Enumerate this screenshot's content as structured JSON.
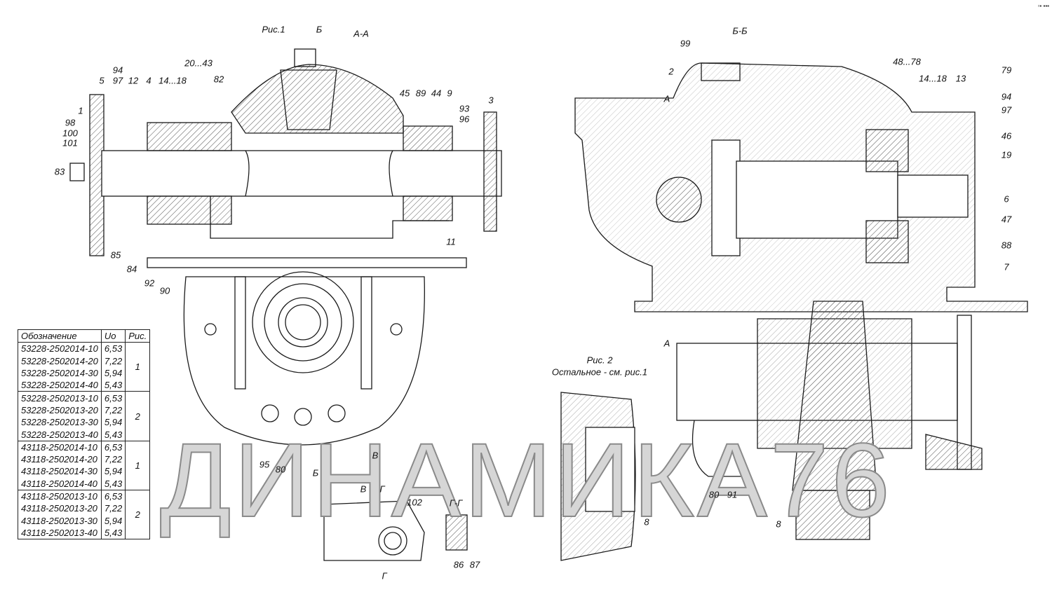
{
  "figure_1": {
    "title": "Рис.1",
    "section_title": "А-А",
    "section_mark": "Б",
    "labels": [
      "94",
      "97",
      "12",
      "4",
      "14...18",
      "20...43",
      "82",
      "5",
      "1",
      "98",
      "100",
      "101",
      "83",
      "45",
      "89",
      "44",
      "9",
      "3",
      "93",
      "96",
      "11",
      "85",
      "84",
      "92",
      "90",
      "95",
      "80",
      "Б",
      "В",
      "В",
      "Г",
      "102",
      "Г-Г",
      "Г",
      "86",
      "87"
    ]
  },
  "figure_2": {
    "title": "Рис. 2",
    "note": "Остальное - см. рис.1",
    "section_title": "Б-Б",
    "labels": [
      "99",
      "2",
      "А",
      "А",
      "48...78",
      "79",
      "14...18",
      "13",
      "94",
      "97",
      "46",
      "19",
      "6",
      "47",
      "88",
      "7",
      "8",
      "80",
      "91",
      "8"
    ]
  },
  "table": {
    "headers": [
      "Обозначение",
      "Uo",
      "Рис."
    ],
    "groups": [
      {
        "fig": "1",
        "rows": [
          [
            "53228-2502014-10",
            "6,53"
          ],
          [
            "53228-2502014-20",
            "7,22"
          ],
          [
            "53228-2502014-30",
            "5,94"
          ],
          [
            "53228-2502014-40",
            "5,43"
          ]
        ]
      },
      {
        "fig": "2",
        "rows": [
          [
            "53228-2502013-10",
            "6,53"
          ],
          [
            "53228-2502013-20",
            "7,22"
          ],
          [
            "53228-2502013-30",
            "5,94"
          ],
          [
            "53228-2502013-40",
            "5,43"
          ]
        ]
      },
      {
        "fig": "1",
        "rows": [
          [
            "43118-2502014-10",
            "6,53"
          ],
          [
            "43118-2502014-20",
            "7,22"
          ],
          [
            "43118-2502014-30",
            "5,94"
          ],
          [
            "43118-2502014-40",
            "5,43"
          ]
        ]
      },
      {
        "fig": "2",
        "rows": [
          [
            "43118-2502013-10",
            "6,53"
          ],
          [
            "43118-2502013-20",
            "7,22"
          ],
          [
            "43118-2502013-30",
            "5,94"
          ],
          [
            "43118-2502013-40",
            "5,43"
          ]
        ]
      }
    ]
  },
  "watermark": "ДИНАМИКА76",
  "colors": {
    "line": "#1a1a1a",
    "hatch": "#555555",
    "watermark": "#9a9a9a"
  }
}
